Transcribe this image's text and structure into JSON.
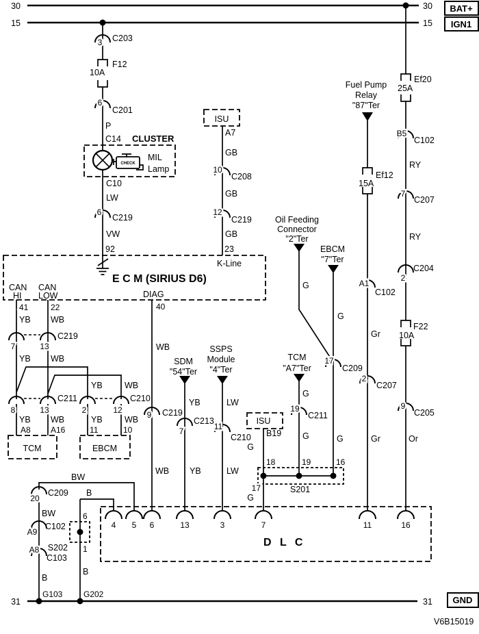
{
  "rails": {
    "bat30_l": "30",
    "ign15_l": "15",
    "bat30_r": "30",
    "ign15_r": "15",
    "gnd31_l": "31",
    "gnd31_r": "31",
    "bat_tag": "BAT+",
    "ign_tag": "IGN1",
    "gnd_tag": "GND"
  },
  "footer": {
    "doc_id": "V6B15019"
  },
  "mil": {
    "c203_pin": "3",
    "c203": "C203",
    "f12": "F12",
    "f12_amp": "10A",
    "c201_pin": "6",
    "c201": "C201",
    "w_p": "P",
    "c14": "C14",
    "cluster": "CLUSTER",
    "mil1": "MIL",
    "mil2": "Lamp",
    "check": "CHECK",
    "c10": "C10",
    "w_lw": "LW",
    "c219_pin": "6",
    "c219": "C219",
    "w_vw": "VW",
    "ecm_pin": "92"
  },
  "isu_top": {
    "label": "ISU",
    "pin_a7": "A7",
    "gb1": "GB",
    "c208_pin": "10",
    "c208": "C208",
    "gb2": "GB",
    "c219_pin": "12",
    "c219": "C219",
    "gb3": "GB",
    "ecm_pin": "23",
    "kline": "K-Line"
  },
  "ecm": {
    "title": "E C M (SIRIUS D6)",
    "can1": "CAN",
    "hi": "HI",
    "can2": "CAN",
    "low": "LOW",
    "diag": "DIAG"
  },
  "can_hi": {
    "pin41": "41",
    "yb1": "YB",
    "c219_pin": "7",
    "yb2": "YB",
    "c211_pin": "8",
    "yb3": "YB",
    "tcm_pin": "A8"
  },
  "can_low": {
    "pin22": "22",
    "wb1": "WB",
    "c219_pin": "13",
    "c219": "C219",
    "wb2": "WB",
    "c211_pin": "13",
    "c211": "C211",
    "wb3": "WB",
    "tcm_pin": "A16"
  },
  "can_branch": {
    "yb1": "YB",
    "c210_pin2": "2",
    "yb2": "YB",
    "ebcm_pin11": "11",
    "wb1": "WB",
    "c210_pin12": "12",
    "c210": "C210",
    "wb2": "WB",
    "ebcm_pin10": "10"
  },
  "tcm_box": {
    "label": "TCM"
  },
  "ebcm_box": {
    "label": "EBCM"
  },
  "diag_br": {
    "pin40": "40",
    "wb1": "WB",
    "c219_pin": "9",
    "c219": "C219",
    "wb2": "WB",
    "dlc_pin": "6"
  },
  "sdm_br": {
    "name": "SDM",
    "ter": "\"54\"Ter",
    "yb1": "YB",
    "c213_pin": "7",
    "c213": "C213",
    "yb2": "YB",
    "dlc_pin": "13"
  },
  "ssps_br": {
    "name1": "SSPS",
    "name2": "Module",
    "ter": "\"4\"Ter",
    "lw1": "LW",
    "c210_pin": "11",
    "c210": "C210",
    "lw2": "LW",
    "dlc_pin": "3"
  },
  "oil_br": {
    "name1": "Oil Feeding",
    "name2": "Connector",
    "ter": "\"2\"Ter",
    "g": "G"
  },
  "ebcm_br": {
    "name": "EBCM",
    "ter": "\"7\"Ter",
    "g1": "G",
    "c209_pin": "17",
    "c209": "C209",
    "g2": "G",
    "s201_pin": "16"
  },
  "tcm_br": {
    "name": "TCM",
    "ter": "\"A7\"Ter",
    "g1": "G",
    "c211_pin": "19",
    "c211": "C211",
    "g2": "G",
    "s201_pin": "19"
  },
  "isu2": {
    "label": "ISU",
    "pin_b19": "B19",
    "g": "G",
    "s201_pin": "18"
  },
  "s201": {
    "label": "S201",
    "pin17": "17",
    "g": "G",
    "dlc_pin": "7"
  },
  "dlc": {
    "label": "D L C"
  },
  "relay_br": {
    "name1": "Fuel Pump",
    "name2": "Relay",
    "ter": "\"87\"Ter",
    "ef12": "Ef12",
    "ef12_amp": "15A",
    "c102_pin": "A1",
    "c102": "C102",
    "gr1": "Gr",
    "c207_pin": "2",
    "c207": "C207",
    "gr2": "Gr",
    "dlc_pin": "11"
  },
  "right_br": {
    "ef20": "Ef20",
    "ef20_amp": "25A",
    "c102_pin": "B5",
    "c102": "C102",
    "ry1": "RY",
    "c207_pin": "7",
    "c207": "C207",
    "ry2": "RY",
    "c204_pin": "2",
    "c204": "C204",
    "f22": "F22",
    "f22_amp": "10A",
    "c205_pin": "9",
    "c205": "C205",
    "or": "Or",
    "dlc_pin": "16"
  },
  "gnd_br": {
    "bw_h": "BW",
    "c209_pin": "20",
    "c209": "C209",
    "bw_v": "BW",
    "c102_pin": "A9",
    "c102": "C102",
    "c103_pin": "A8",
    "c103": "C103",
    "b": "B",
    "g103": "G103",
    "dlc_pin5": "5",
    "dlc_pin4": "4"
  },
  "s202_br": {
    "b_h": "B",
    "pin6": "6",
    "label": "S202",
    "pin1": "1",
    "b_v": "B",
    "g202": "G202"
  }
}
